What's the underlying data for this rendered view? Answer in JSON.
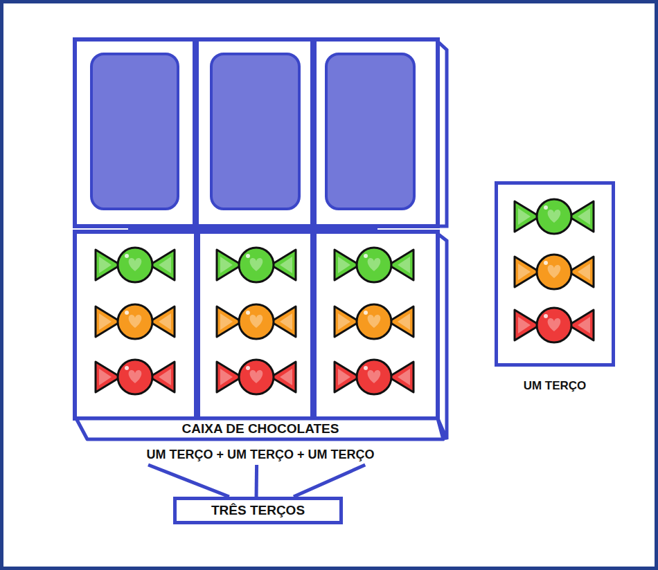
{
  "diagram": {
    "nodes": [
      {
        "text": [
          "CAIXA DE CHOCOLATES",
          "UM TERÇO + UM TERÇO + UM TERÇO"
        ]
      },
      {
        "text": [
          "UM TERÇO"
        ]
      },
      {
        "text": [
          "TRÊS TERÇOS"
        ]
      }
    ],
    "edges": [
      {
        "from": 0,
        "to": 2,
        "arrow": "none"
      },
      {
        "from": 0,
        "to": 2,
        "arrow": "none"
      },
      {
        "from": 0,
        "to": 2,
        "arrow": "none"
      }
    ]
  }
}
